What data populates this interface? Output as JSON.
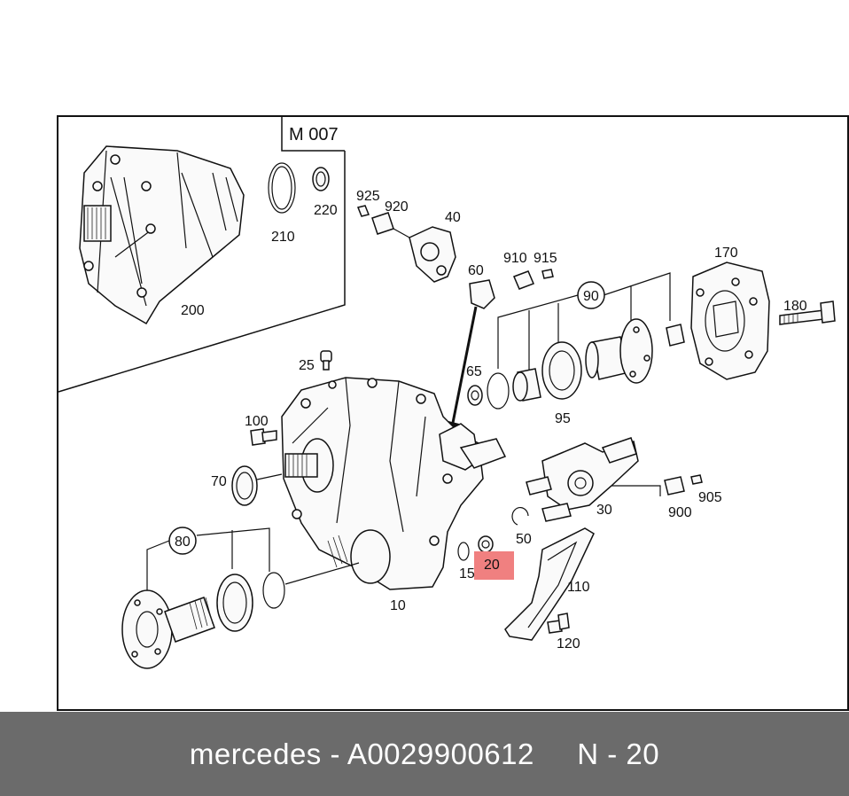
{
  "diagram": {
    "group_code": "M 007",
    "labels": {
      "p200": "200",
      "p210": "210",
      "p220": "220",
      "p925": "925",
      "p920": "920",
      "p40": "40",
      "p60": "60",
      "p910": "910",
      "p915": "915",
      "p90": "90",
      "p170": "170",
      "p180": "180",
      "p25": "25",
      "p65": "65",
      "p95": "95",
      "p100": "100",
      "p70": "70",
      "p30": "30",
      "p900": "900",
      "p905": "905",
      "p50": "50",
      "p80": "80",
      "p20": "20",
      "p15": "15",
      "p110": "110",
      "p10": "10",
      "p120": "120"
    },
    "highlight_color": "#f08080"
  },
  "footer": {
    "brand": "mercedes",
    "sep": " - ",
    "part_number": "A0029900612",
    "gap": "     ",
    "position": "N - 20"
  }
}
